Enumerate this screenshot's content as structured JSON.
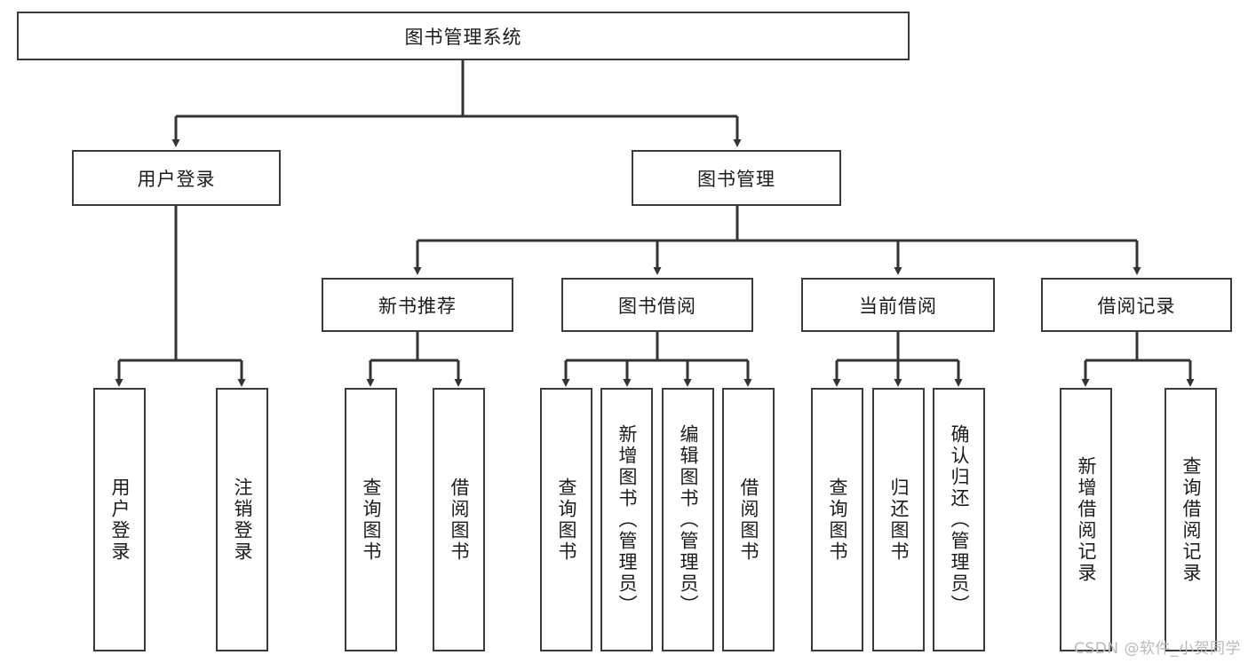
{
  "diagram": {
    "type": "tree-hierarchy",
    "title": "图书管理系统",
    "watermark": "CSDN @软件_小贺同学",
    "colors": {
      "box_border": "#3a3a3a",
      "connector": "#333333",
      "background": "#ffffff",
      "text": "#1b1b1b",
      "watermark": "#b9b9b9"
    },
    "root": {
      "label": "图书管理系统"
    },
    "level2": [
      {
        "label": "用户登录"
      },
      {
        "label": "图书管理"
      }
    ],
    "level3": [
      {
        "label": "新书推荐"
      },
      {
        "label": "图书借阅"
      },
      {
        "label": "当前借阅"
      },
      {
        "label": "借阅记录"
      }
    ],
    "leaves": {
      "user_login": [
        {
          "label": "用户登录"
        },
        {
          "label": "注销登录"
        }
      ],
      "new_book_recommend": [
        {
          "label": "查询图书"
        },
        {
          "label": "借阅图书"
        }
      ],
      "book_borrow": [
        {
          "label": "查询图书"
        },
        {
          "label": "新增图书（管理员）"
        },
        {
          "label": "编辑图书（管理员）"
        },
        {
          "label": "借阅图书"
        }
      ],
      "current_borrow": [
        {
          "label": "查询图书"
        },
        {
          "label": "归还图书"
        },
        {
          "label": "确认归还（管理员）"
        }
      ],
      "borrow_record": [
        {
          "label": "新增借阅记录"
        },
        {
          "label": "查询借阅记录"
        }
      ]
    }
  }
}
